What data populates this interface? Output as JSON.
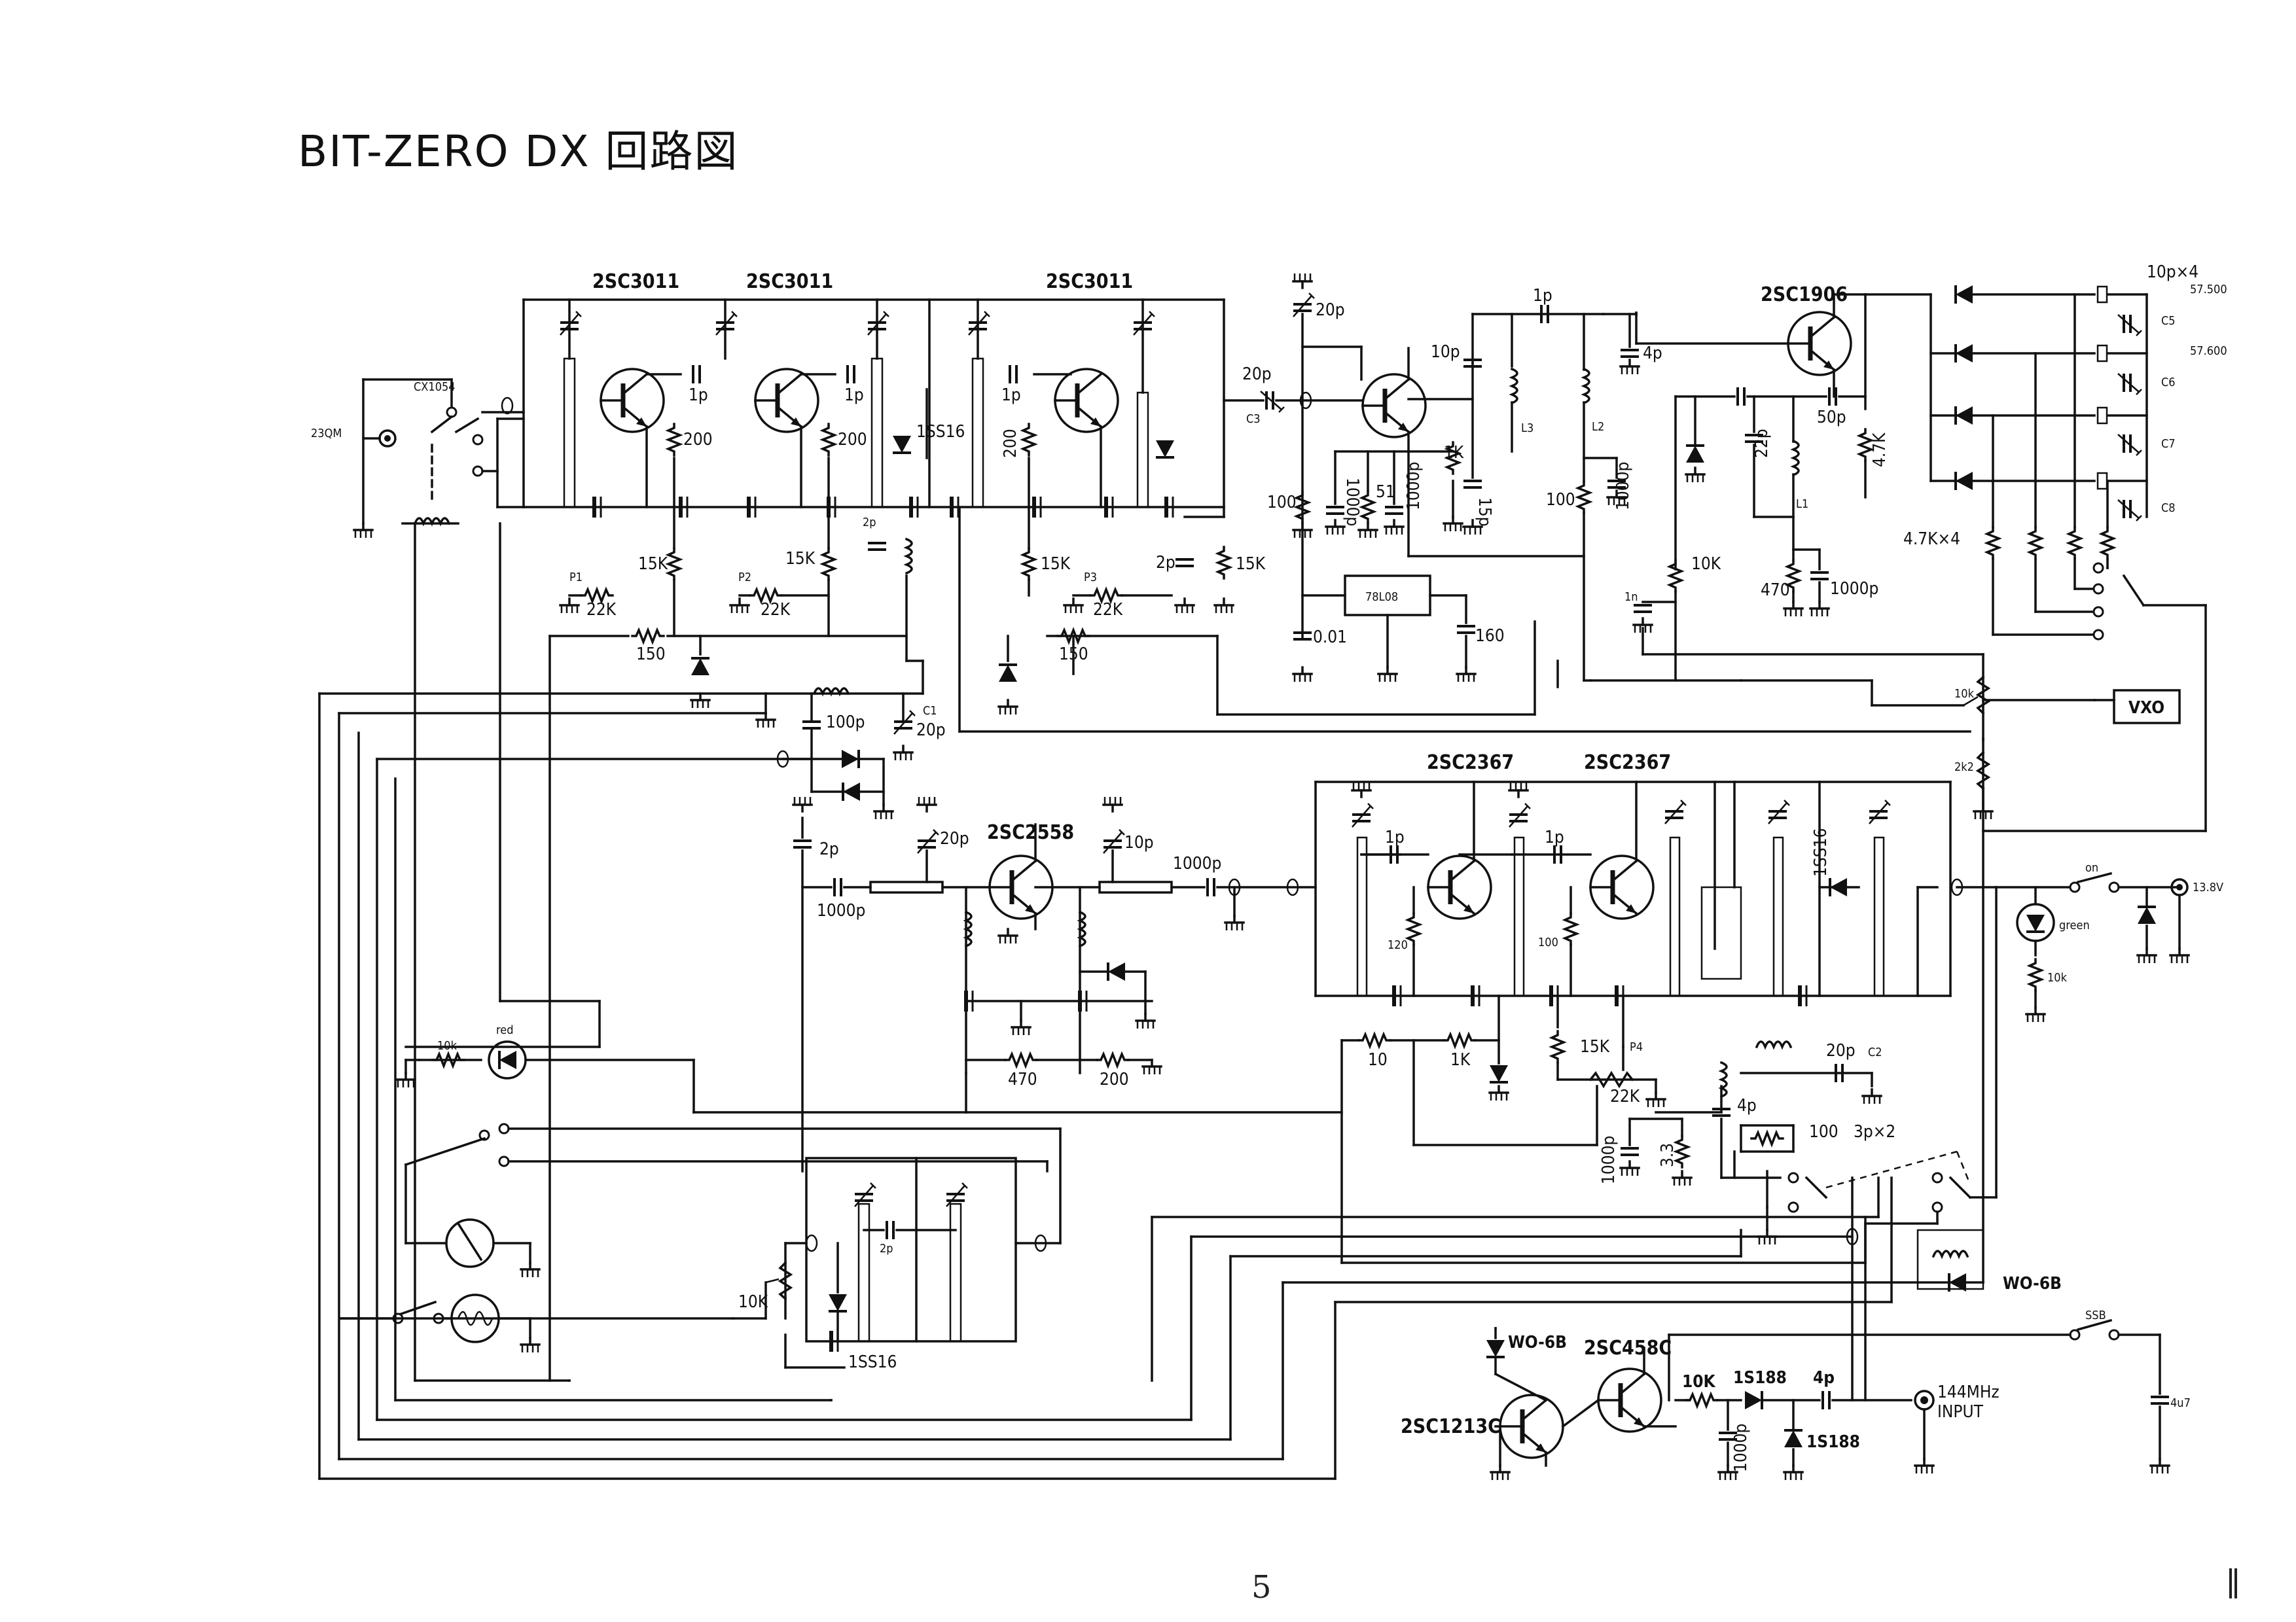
{
  "title": "BIT-ZERO DX 回路図",
  "page_number": "5",
  "colors": {
    "ink": "#111111",
    "paper": "#ffffff"
  },
  "labels": {
    "t_2sc3011_a": "2SC3011",
    "t_2sc3011_b": "2SC3011",
    "t_2sc3011_c": "2SC3011",
    "t_2sc1906": "2SC1906",
    "t_2sc2558": "2SC2558",
    "t_2sc2367_a": "2SC2367",
    "t_2sc2367_b": "2SC2367",
    "t_2sc458c": "2SC458C",
    "t_2sc1213c": "2SC1213C",
    "cx1054": "CX1054",
    "ant": "23QM",
    "c_1p_a": "1p",
    "c_1p_b": "1p",
    "c_1p_c": "1p",
    "r_200_a": "200",
    "r_200_b": "200",
    "r_200_c": "200",
    "d_1ss16_a": "1SS16",
    "r_15k_a": "15K",
    "r_15k_b": "15K",
    "r_15k_c": "15K",
    "r_15k_d": "15K",
    "p1": "P1",
    "p2": "P2",
    "p3": "P3",
    "vr_22k_a": "22K",
    "vr_22k_b": "22K",
    "vr_22k_c": "22K",
    "r_150_a": "150",
    "r_150_b": "150",
    "c_2p_a": "2p",
    "c_2p_b": "2p",
    "c_100p": "100p",
    "c1": "C1",
    "c_20p_c1": "20p",
    "c_20p_vxo": "20p",
    "c_20p_in": "20p",
    "c3": "C3",
    "r_100_a": "100",
    "c_1000p_a": "1000p",
    "r_51": "51",
    "c_1000p_b": "1000p",
    "r_1k_a": "1K",
    "c_15p": "15p",
    "c_10p": "10p",
    "c_1p_osc": "1p",
    "l3": "L3",
    "l2": "L2",
    "c_4p_a": "4p",
    "r_100_b": "100",
    "c_1000p_c": "1000p",
    "reg_78l08": "78L08",
    "c_001": "0.01",
    "c_160": "160",
    "c_22p": "22p",
    "l1": "L1",
    "c_50p": "50p",
    "r_47k": "4.7K",
    "r_10k_a": "10K",
    "c_1n": "1n",
    "r_470_a": "470",
    "c_1000p_d": "1000p",
    "xtal_cap": "10p×4",
    "f_57500": "57.500",
    "f_57600": "57.600",
    "c5": "C5",
    "c6": "C6",
    "c7": "C7",
    "c8": "C8",
    "r_47k_x4": "4.7K×4",
    "vr_10k": "10k",
    "r_2k2": "2k2",
    "vxo": "VXO",
    "c_2p_c": "2p",
    "c_20p_d": "20p",
    "c_10p_b": "10p",
    "c_1000p_e": "1000p",
    "c_1000p_f": "1000p",
    "r_470_b": "470",
    "r_200_d": "200",
    "c_1p_d": "1p",
    "c_1p_e": "1p",
    "r_120": "120",
    "r_100_c": "100",
    "d_1ss16_b": "1SS16",
    "r_10": "10",
    "r_1k_b": "1K",
    "r_15k_e": "15K",
    "p4": "P4",
    "vr_22k_d": "22K",
    "c_20p_e": "20p",
    "c2": "C2",
    "c_4p_b": "4p",
    "r_100_d": "100",
    "c_3p_x2": "3p×2",
    "c_1000p_g": "1000p",
    "r_33": "3.3",
    "sw_on": "on",
    "v_138": "13.8V",
    "led_green": "green",
    "r_10k_g": "10k",
    "led_red": "red",
    "r_10k_r": "10k",
    "r_10k_b": "10K",
    "c_2p_d": "2p",
    "d_1ss16_c": "1SS16",
    "wo6b_a": "WO-6B",
    "wo6b_b": "WO-6B",
    "r_10k_c": "10K",
    "d_1s188_a": "1S188",
    "c_4p_c": "4p",
    "c_1000p_h": "1000p",
    "d_1s188_b": "1S188",
    "in_144": "144MHz",
    "in_input": "INPUT",
    "ssb": "SSB",
    "c_4u7": "4u7"
  }
}
